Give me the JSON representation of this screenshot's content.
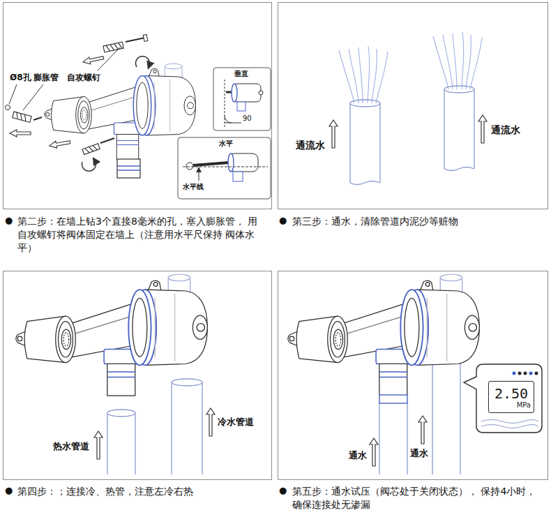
{
  "diagram": {
    "nodes": [
      {
        "text": [
          "第二步：在墙上钻3个直接8毫米的孔，塞入膨胀管， 用自攻螺钉将阀体固定在墙上（注意用水平尺保持 阀体水平）"
        ]
      },
      {
        "text": [
          "第三步：通水，清除管道内泥沙等赃物"
        ]
      },
      {
        "text": [
          "第四步：；连接冷、热管，注意左冷右热"
        ]
      },
      {
        "text": [
          "第五步：通水试压（阀芯处于关闭状态）， 保持4小时，确保连接处无渗漏"
        ]
      },
      {
        "text": [
          "2.50",
          "MPa"
        ],
        "in": 3
      }
    ],
    "labels": [
      "Ø8孔",
      "膨胀管",
      "自攻螺钉",
      "垂直",
      "90",
      "水平",
      "水平线",
      "●",
      "通流水",
      "通流水",
      "●",
      "冷水管道",
      "热水管道",
      "●",
      "通水",
      "通水",
      "●"
    ]
  }
}
